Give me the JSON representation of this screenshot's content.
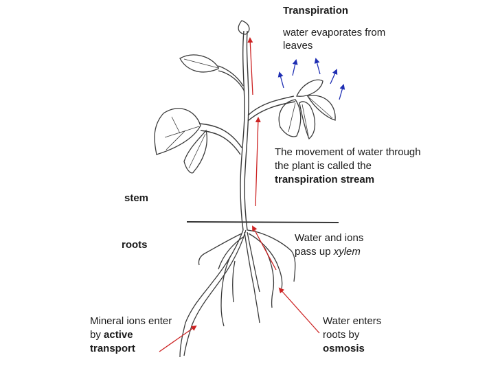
{
  "labels": {
    "transpiration": {
      "title": "Transpiration",
      "line1": "water evaporates from",
      "line2": "leaves"
    },
    "stream": {
      "line1": "The movement of water through",
      "line2": "the plant is called the",
      "term": "transpiration stream"
    },
    "stem": "stem",
    "roots": "roots",
    "xylem": {
      "line1": "Water and ions",
      "line2_prefix": "pass up ",
      "term": "xylem"
    },
    "osmosis": {
      "line1": "Water enters",
      "line2": "roots by",
      "term": "osmosis"
    },
    "active": {
      "line1": "Mineral ions enter",
      "line2_prefix": "by ",
      "term1": "active",
      "term2": "transport"
    }
  },
  "colors": {
    "plant": "#3a3a3a",
    "water_arrow": "#cc2222",
    "evaporation_arrow": "#1f2fb3"
  }
}
